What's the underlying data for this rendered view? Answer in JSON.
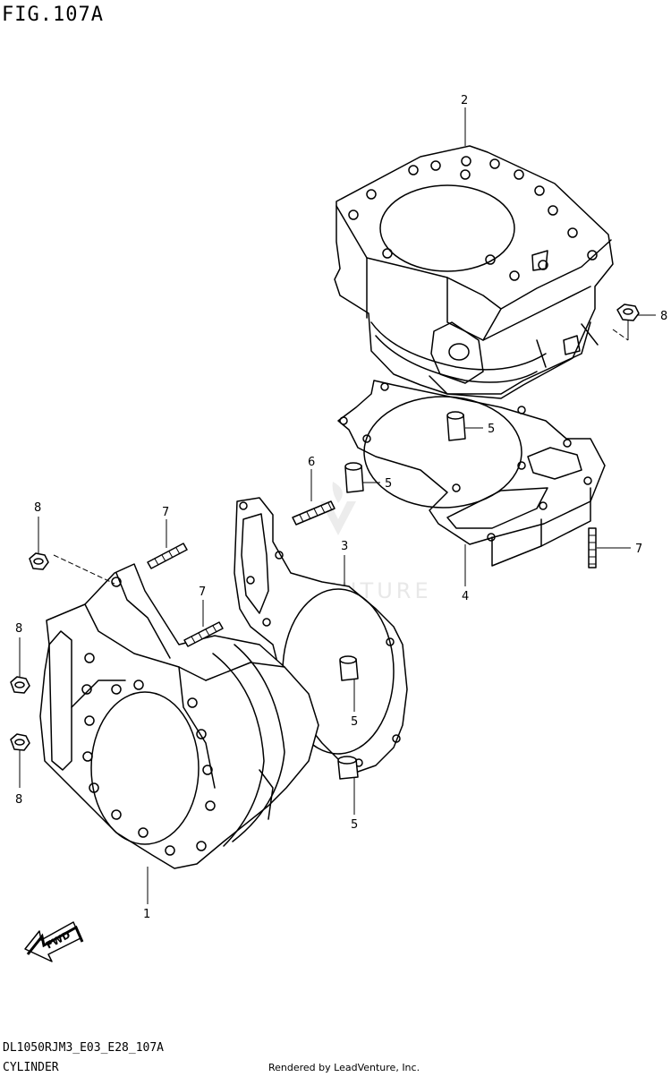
{
  "figure": {
    "title": "FIG.107A",
    "model_code": "DL1050RJM3_E03_E28_107A",
    "section_name": "CYLINDER",
    "credit": "Rendered by LeadVenture, Inc.",
    "watermark": "LEADVENTURE"
  },
  "fwd_badge": {
    "label": "FWD"
  },
  "callouts": [
    {
      "id": "c1",
      "number": "1",
      "part": "rear-cylinder"
    },
    {
      "id": "c2",
      "number": "2",
      "part": "front-cylinder"
    },
    {
      "id": "c3",
      "number": "3",
      "part": "rear-cylinder-gasket"
    },
    {
      "id": "c4",
      "number": "4",
      "part": "front-cylinder-gasket"
    },
    {
      "id": "c5a",
      "number": "5",
      "part": "dowel-pin"
    },
    {
      "id": "c5b",
      "number": "5",
      "part": "dowel-pin"
    },
    {
      "id": "c5c",
      "number": "5",
      "part": "dowel-pin"
    },
    {
      "id": "c5d",
      "number": "5",
      "part": "dowel-pin"
    },
    {
      "id": "c6",
      "number": "6",
      "part": "stud-bolt"
    },
    {
      "id": "c7a",
      "number": "7",
      "part": "stud-bolt"
    },
    {
      "id": "c7b",
      "number": "7",
      "part": "stud-bolt"
    },
    {
      "id": "c7c",
      "number": "7",
      "part": "stud-bolt"
    },
    {
      "id": "c8a",
      "number": "8",
      "part": "nut"
    },
    {
      "id": "c8b",
      "number": "8",
      "part": "nut"
    },
    {
      "id": "c8c",
      "number": "8",
      "part": "nut"
    },
    {
      "id": "c8d",
      "number": "8",
      "part": "nut"
    }
  ]
}
